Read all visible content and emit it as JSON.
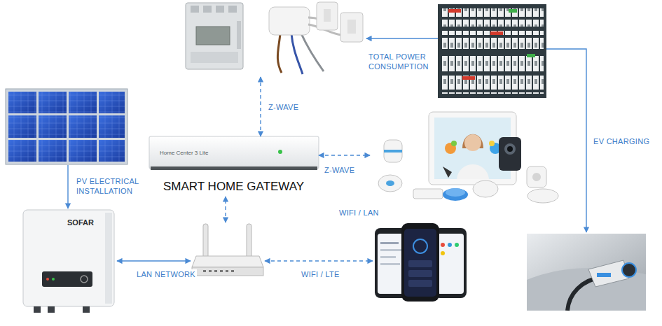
{
  "diagram": {
    "nodes": [
      {
        "text": []
      },
      {
        "text": []
      },
      {
        "text": []
      },
      {
        "text": [
          "Home Center 3 Lite",
          "SMART HOME GATEWAY"
        ]
      },
      {
        "text": []
      },
      {
        "text": [
          "SOFAR"
        ]
      },
      {
        "text": []
      },
      {
        "text": []
      },
      {
        "text": []
      }
    ],
    "edges": [
      {
        "from": 1,
        "to": 0,
        "label": "TOTAL POWER CONSUMPTION",
        "arrow": "to"
      },
      {
        "from": 3,
        "to": 0,
        "label": "Z-WAVE",
        "arrow": "both"
      },
      {
        "from": 2,
        "to": 5,
        "label": "PV ELECTRICAL INSTALLATION",
        "arrow": "to"
      },
      {
        "from": 3,
        "to": 4,
        "label": "Z-WAVE",
        "arrow": "both"
      },
      {
        "from": 6,
        "to": 3,
        "arrow": "both"
      },
      {
        "from": 5,
        "to": 6,
        "label": "LAN NETWORK",
        "arrow": "both"
      },
      {
        "from": 6,
        "to": 7,
        "label": "WIFI / LTE",
        "arrow": "both"
      },
      {
        "from": 1,
        "to": 8,
        "label": "EV CHARGING",
        "arrow": "to"
      }
    ],
    "labels": [
      "WIFI / LAN"
    ]
  }
}
